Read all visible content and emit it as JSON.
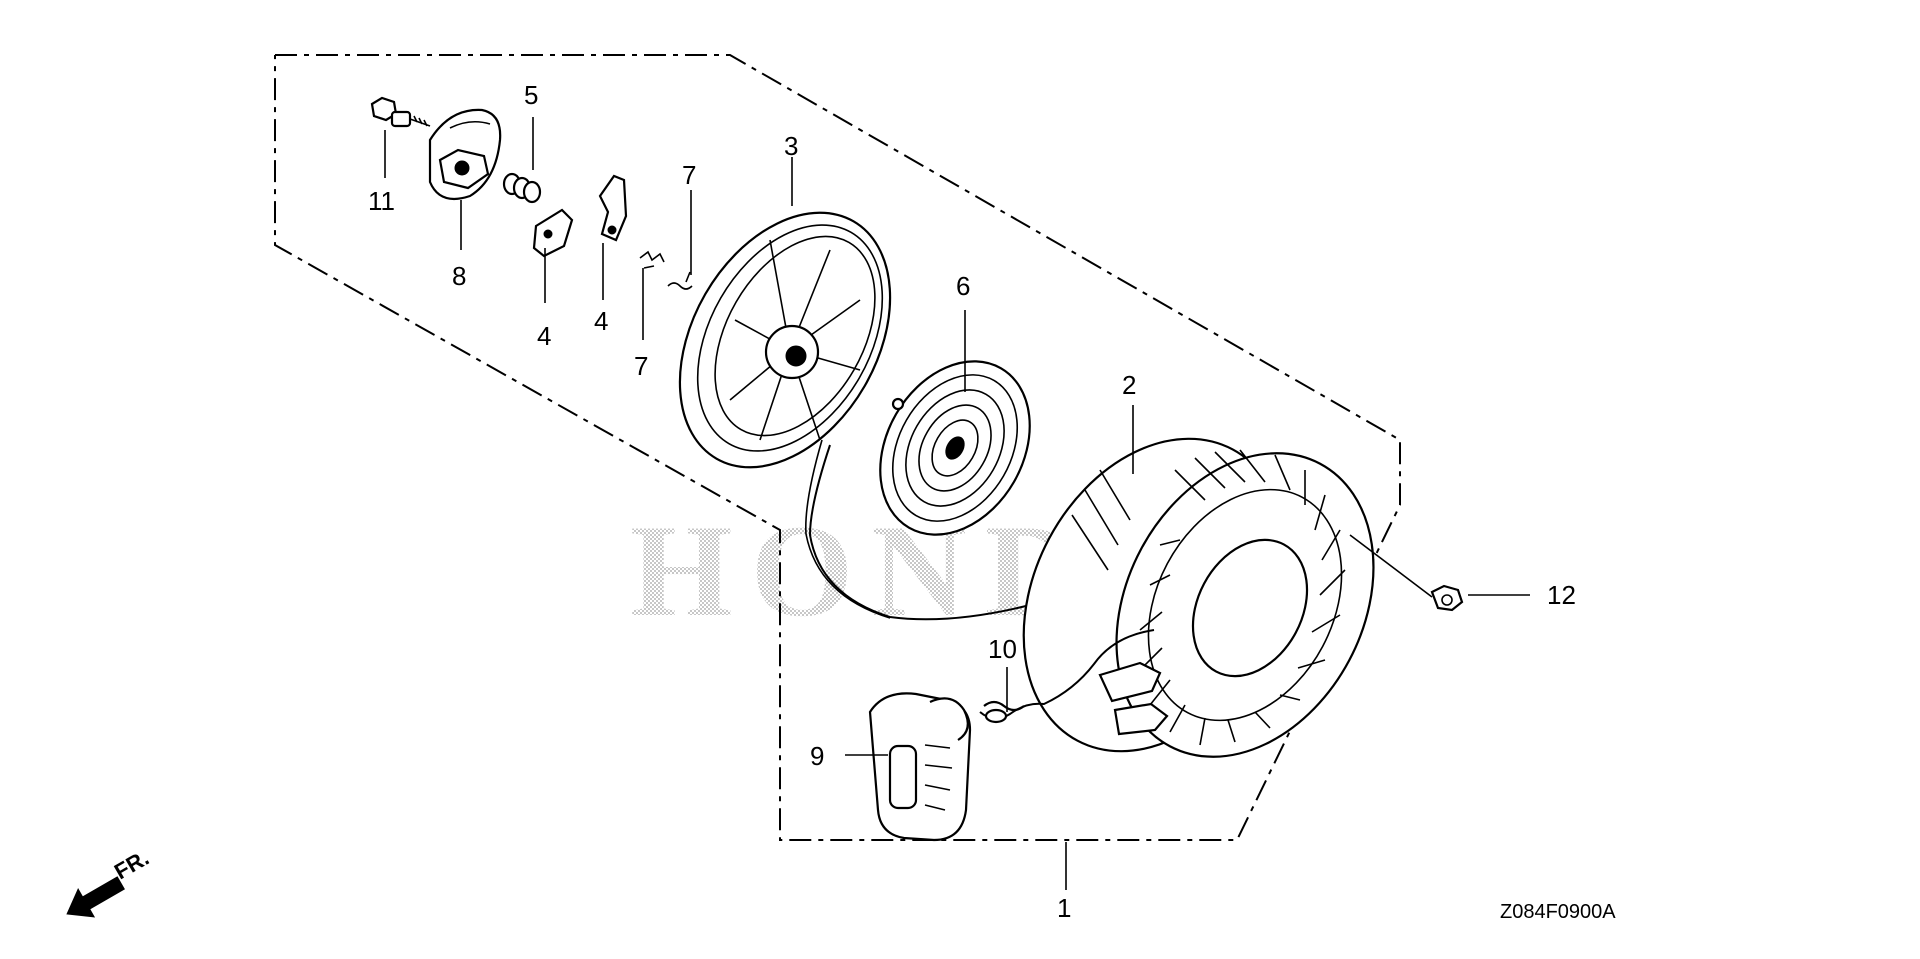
{
  "watermark": "HONDA",
  "drawing_code": "Z084F0900A",
  "direction_label": "FR.",
  "callouts": {
    "c1": "1",
    "c2": "2",
    "c3": "3",
    "c4a": "4",
    "c4b": "4",
    "c5": "5",
    "c6": "6",
    "c7a": "7",
    "c7b": "7",
    "c8": "8",
    "c9": "9",
    "c10": "10",
    "c11": "11",
    "c12": "12"
  },
  "colors": {
    "line": "#000000",
    "watermark": "#c8c8c8",
    "background": "#ffffff"
  },
  "icons": {
    "direction": "front-arrow-icon"
  }
}
